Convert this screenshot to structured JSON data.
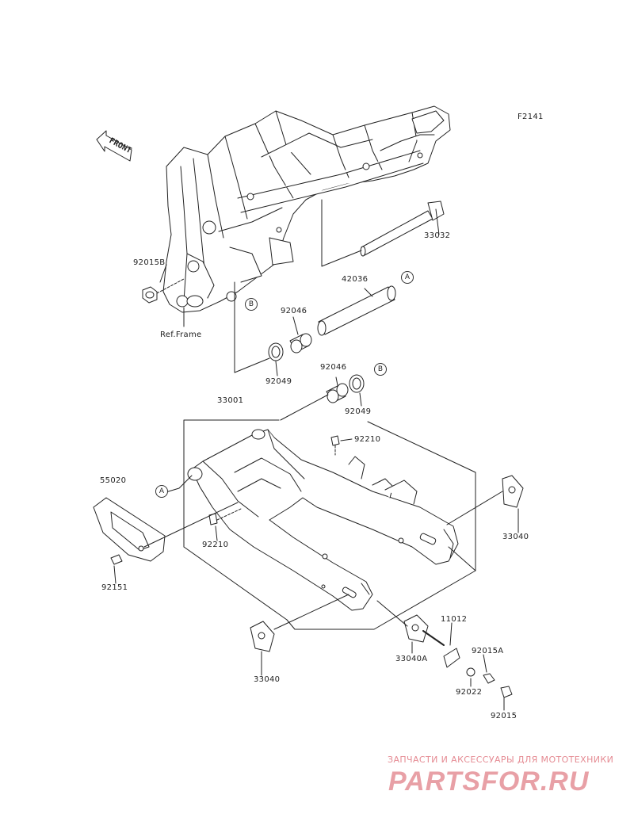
{
  "diagram": {
    "figure_code": "F2141",
    "front_label": "FRONT",
    "ref_frame": "Ref.Frame",
    "callout_a": "A",
    "callout_b": "B",
    "parts": {
      "p33032": "33032",
      "p92015b": "92015B",
      "p42036": "42036",
      "p92046_top": "92046",
      "p92049_top": "92049",
      "p92046_mid": "92046",
      "p92049_mid": "92049",
      "p33001": "33001",
      "p92210_top": "92210",
      "p55020": "55020",
      "p92210_left": "92210",
      "p92151": "92151",
      "p33040_right": "33040",
      "p11012": "11012",
      "p92015a": "92015A",
      "p33040a": "33040A",
      "p92022": "92022",
      "p33040_bottom": "33040",
      "p92015": "92015"
    }
  },
  "watermark": {
    "tagline": "ЗАПЧАСТИ И АКСЕССУАРЫ ДЛЯ МОТОТЕХНИКИ",
    "logo": "PARTSFOR.RU"
  }
}
